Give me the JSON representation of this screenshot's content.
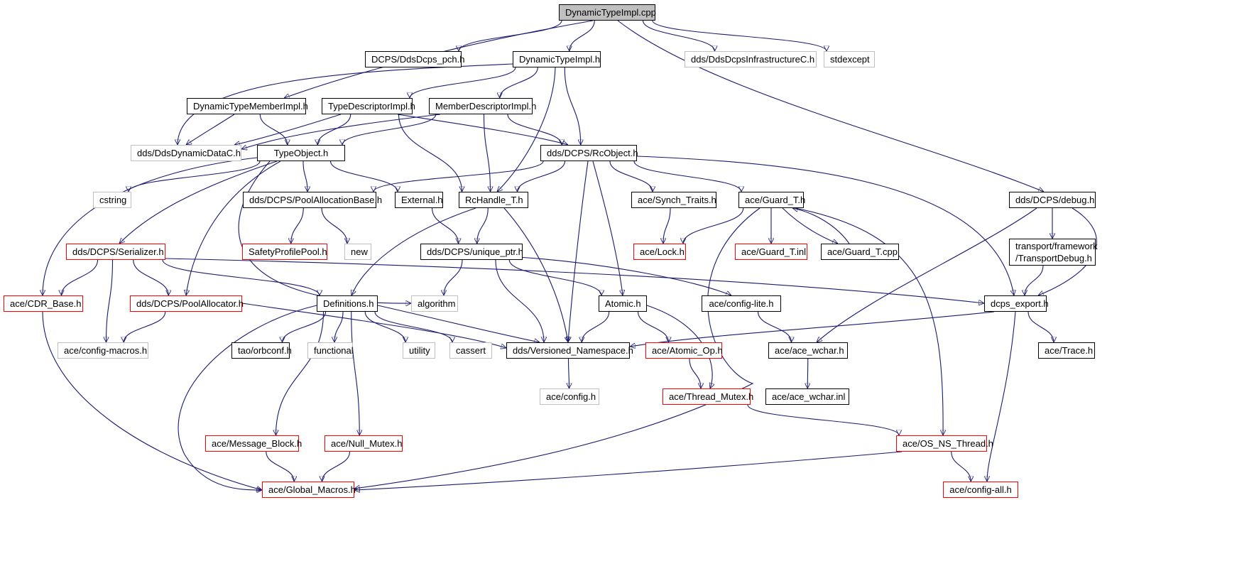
{
  "colors": {
    "edge": "#191970",
    "normal_border": "#000000",
    "root_fill": "#bfbfbf",
    "truncated_border": "#ff0000",
    "external_border": "#bfbfbf"
  },
  "nodes": [
    {
      "id": "root",
      "label": "DynamicTypeImpl.cpp",
      "style": "root"
    },
    {
      "id": "ddsdcps_pch",
      "label": "DCPS/DdsDcps_pch.h",
      "style": "normal"
    },
    {
      "id": "dynamictypeimpl_h",
      "label": "DynamicTypeImpl.h",
      "style": "normal"
    },
    {
      "id": "infrastructurec",
      "label": "dds/DdsDcpsInfrastructureC.h",
      "style": "external"
    },
    {
      "id": "stdexcept",
      "label": "stdexcept",
      "style": "external"
    },
    {
      "id": "dynamictypememberimpl",
      "label": "DynamicTypeMemberImpl.h",
      "style": "normal"
    },
    {
      "id": "typedescriptorimpl",
      "label": "TypeDescriptorImpl.h",
      "style": "normal"
    },
    {
      "id": "memberdescriptorimpl",
      "label": "MemberDescriptorImpl.h",
      "style": "normal"
    },
    {
      "id": "dynamicdatac",
      "label": "dds/DdsDynamicDataC.h",
      "style": "external"
    },
    {
      "id": "typeobject",
      "label": "TypeObject.h",
      "style": "normal"
    },
    {
      "id": "rcobject",
      "label": "dds/DCPS/RcObject.h",
      "style": "normal"
    },
    {
      "id": "debug",
      "label": "dds/DCPS/debug.h",
      "style": "normal"
    },
    {
      "id": "cstring",
      "label": "cstring",
      "style": "external"
    },
    {
      "id": "poolallocationbase",
      "label": "dds/DCPS/PoolAllocationBase.h",
      "style": "normal"
    },
    {
      "id": "external_h",
      "label": "External.h",
      "style": "normal"
    },
    {
      "id": "rchandle",
      "label": "RcHandle_T.h",
      "style": "normal"
    },
    {
      "id": "synch_traits",
      "label": "ace/Synch_Traits.h",
      "style": "normal"
    },
    {
      "id": "guard_t_h",
      "label": "ace/Guard_T.h",
      "style": "normal"
    },
    {
      "id": "serializer",
      "label": "dds/DCPS/Serializer.h",
      "style": "truncated"
    },
    {
      "id": "safetyprofilepool",
      "label": "SafetyProfilePool.h",
      "style": "truncated"
    },
    {
      "id": "new",
      "label": "new",
      "style": "external"
    },
    {
      "id": "unique_ptr",
      "label": "dds/DCPS/unique_ptr.h",
      "style": "normal"
    },
    {
      "id": "lock",
      "label": "ace/Lock.h",
      "style": "truncated"
    },
    {
      "id": "guard_t_inl",
      "label": "ace/Guard_T.inl",
      "style": "truncated"
    },
    {
      "id": "guard_t_cpp",
      "label": "ace/Guard_T.cpp",
      "style": "normal"
    },
    {
      "id": "transportdebug",
      "label": "transport/framework\n/TransportDebug.h",
      "style": "normal"
    },
    {
      "id": "cdr_base",
      "label": "ace/CDR_Base.h",
      "style": "truncated"
    },
    {
      "id": "poolallocator",
      "label": "dds/DCPS/PoolAllocator.h",
      "style": "truncated"
    },
    {
      "id": "definitions",
      "label": "Definitions.h",
      "style": "normal"
    },
    {
      "id": "algorithm",
      "label": "algorithm",
      "style": "external"
    },
    {
      "id": "atomic",
      "label": "Atomic.h",
      "style": "normal"
    },
    {
      "id": "config_lite",
      "label": "ace/config-lite.h",
      "style": "normal"
    },
    {
      "id": "dcps_export",
      "label": "dcps_export.h",
      "style": "normal"
    },
    {
      "id": "config_macros",
      "label": "ace/config-macros.h",
      "style": "external"
    },
    {
      "id": "orbconf",
      "label": "tao/orbconf.h",
      "style": "normal"
    },
    {
      "id": "functional",
      "label": "functional",
      "style": "external"
    },
    {
      "id": "utility",
      "label": "utility",
      "style": "external"
    },
    {
      "id": "cassert",
      "label": "cassert",
      "style": "external"
    },
    {
      "id": "versioned_namespace",
      "label": "dds/Versioned_Namespace.h",
      "style": "normal"
    },
    {
      "id": "atomic_op",
      "label": "ace/Atomic_Op.h",
      "style": "truncated"
    },
    {
      "id": "ace_wchar_h",
      "label": "ace/ace_wchar.h",
      "style": "normal"
    },
    {
      "id": "trace",
      "label": "ace/Trace.h",
      "style": "normal"
    },
    {
      "id": "config_h",
      "label": "ace/config.h",
      "style": "external"
    },
    {
      "id": "thread_mutex",
      "label": "ace/Thread_Mutex.h",
      "style": "truncated"
    },
    {
      "id": "ace_wchar_inl",
      "label": "ace/ace_wchar.inl",
      "style": "normal"
    },
    {
      "id": "message_block",
      "label": "ace/Message_Block.h",
      "style": "truncated"
    },
    {
      "id": "null_mutex",
      "label": "ace/Null_Mutex.h",
      "style": "truncated"
    },
    {
      "id": "os_ns_thread",
      "label": "ace/OS_NS_Thread.h",
      "style": "truncated"
    },
    {
      "id": "global_macros",
      "label": "ace/Global_Macros.h",
      "style": "truncated"
    },
    {
      "id": "config_all",
      "label": "ace/config-all.h",
      "style": "truncated"
    }
  ],
  "edges": [
    [
      "root",
      "ddsdcps_pch"
    ],
    [
      "root",
      "dynamictypeimpl_h"
    ],
    [
      "root",
      "infrastructurec"
    ],
    [
      "root",
      "stdexcept"
    ],
    [
      "root",
      "dynamictypememberimpl"
    ],
    [
      "root",
      "debug"
    ],
    [
      "dynamictypeimpl_h",
      "dynamicdatac"
    ],
    [
      "dynamictypeimpl_h",
      "typedescriptorimpl"
    ],
    [
      "dynamictypeimpl_h",
      "memberdescriptorimpl"
    ],
    [
      "dynamictypeimpl_h",
      "rcobject"
    ],
    [
      "dynamictypeimpl_h",
      "rchandle"
    ],
    [
      "dynamictypememberimpl",
      "dynamicdatac"
    ],
    [
      "dynamictypememberimpl",
      "typeobject"
    ],
    [
      "typedescriptorimpl",
      "dynamicdatac"
    ],
    [
      "typedescriptorimpl",
      "typeobject"
    ],
    [
      "typedescriptorimpl",
      "rcobject"
    ],
    [
      "typedescriptorimpl",
      "rchandle"
    ],
    [
      "memberdescriptorimpl",
      "dynamicdatac"
    ],
    [
      "memberdescriptorimpl",
      "typeobject"
    ],
    [
      "memberdescriptorimpl",
      "rcobject"
    ],
    [
      "memberdescriptorimpl",
      "rchandle"
    ],
    [
      "typeobject",
      "cstring"
    ],
    [
      "typeobject",
      "poolallocationbase"
    ],
    [
      "typeobject",
      "external_h"
    ],
    [
      "typeobject",
      "serializer"
    ],
    [
      "typeobject",
      "cdr_base"
    ],
    [
      "typeobject",
      "poolallocator"
    ],
    [
      "typeobject",
      "algorithm"
    ],
    [
      "rcobject",
      "poolallocationbase"
    ],
    [
      "rcobject",
      "rchandle"
    ],
    [
      "rcobject",
      "synch_traits"
    ],
    [
      "rcobject",
      "guard_t_h"
    ],
    [
      "rcobject",
      "dcps_export"
    ],
    [
      "rcobject",
      "atomic"
    ],
    [
      "rcobject",
      "versioned_namespace"
    ],
    [
      "debug",
      "transportdebug"
    ],
    [
      "debug",
      "dcps_export"
    ],
    [
      "debug",
      "ace_wchar_h"
    ],
    [
      "poolallocationbase",
      "safetyprofilepool"
    ],
    [
      "poolallocationbase",
      "new"
    ],
    [
      "external_h",
      "unique_ptr"
    ],
    [
      "rchandle",
      "unique_ptr"
    ],
    [
      "rchandle",
      "definitions"
    ],
    [
      "rchandle",
      "versioned_namespace"
    ],
    [
      "synch_traits",
      "lock"
    ],
    [
      "guard_t_h",
      "lock"
    ],
    [
      "guard_t_h",
      "guard_t_inl"
    ],
    [
      "guard_t_h",
      "guard_t_cpp"
    ],
    [
      "guard_t_h",
      "os_ns_thread"
    ],
    [
      "guard_t_h",
      "global_macros"
    ],
    [
      "guard_t_cpp",
      "guard_t_h"
    ],
    [
      "transportdebug",
      "dcps_export"
    ],
    [
      "serializer",
      "cdr_base"
    ],
    [
      "serializer",
      "poolallocator"
    ],
    [
      "serializer",
      "definitions"
    ],
    [
      "serializer",
      "config_macros"
    ],
    [
      "serializer",
      "dcps_export"
    ],
    [
      "unique_ptr",
      "algorithm"
    ],
    [
      "unique_ptr",
      "atomic"
    ],
    [
      "unique_ptr",
      "config_lite"
    ],
    [
      "unique_ptr",
      "versioned_namespace"
    ],
    [
      "cdr_base",
      "global_macros"
    ],
    [
      "poolallocator",
      "config_macros"
    ],
    [
      "poolallocator",
      "versioned_namespace"
    ],
    [
      "definitions",
      "orbconf"
    ],
    [
      "definitions",
      "functional"
    ],
    [
      "definitions",
      "utility"
    ],
    [
      "definitions",
      "cassert"
    ],
    [
      "definitions",
      "versioned_namespace"
    ],
    [
      "definitions",
      "message_block"
    ],
    [
      "definitions",
      "null_mutex"
    ],
    [
      "definitions",
      "global_macros"
    ],
    [
      "atomic",
      "versioned_namespace"
    ],
    [
      "atomic",
      "atomic_op"
    ],
    [
      "atomic",
      "thread_mutex"
    ],
    [
      "config_lite",
      "ace_wchar_h"
    ],
    [
      "dcps_export",
      "versioned_namespace"
    ],
    [
      "dcps_export",
      "trace"
    ],
    [
      "dcps_export",
      "config_all"
    ],
    [
      "versioned_namespace",
      "config_h"
    ],
    [
      "atomic_op",
      "thread_mutex"
    ],
    [
      "ace_wchar_h",
      "ace_wchar_inl"
    ],
    [
      "thread_mutex",
      "os_ns_thread"
    ],
    [
      "message_block",
      "global_macros"
    ],
    [
      "null_mutex",
      "global_macros"
    ],
    [
      "os_ns_thread",
      "global_macros"
    ],
    [
      "os_ns_thread",
      "config_all"
    ]
  ]
}
